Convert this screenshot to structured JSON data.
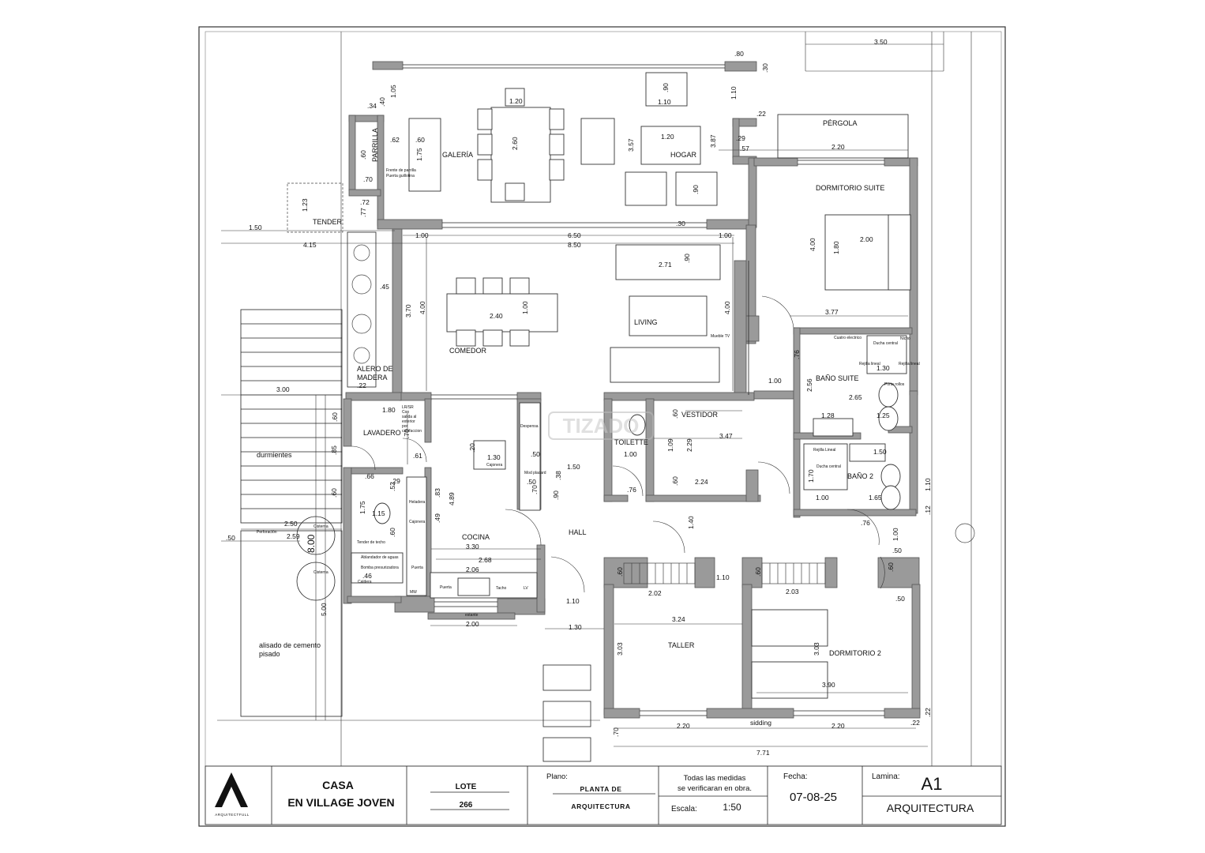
{
  "rooms": {
    "galeria": "GALERÍA",
    "hogar": "HOGAR",
    "pergola": "PÉRGOLA",
    "dormitorio_suite": "DORMITORIO  SUITE",
    "parrilla": "PARRILLA",
    "tender": "TENDER",
    "living": "LIVING",
    "comedor": "COMEDOR",
    "alero": "ALERO DE\nMADERA",
    "alero_1": "ALERO DE",
    "alero_2": "MADERA",
    "bano_suite": "BAÑO  SUITE",
    "lavadero": "LAVADERO",
    "vestidor": "VESTIDOR",
    "toilette": "TOILETTE",
    "bano2": "BAÑO 2",
    "durmientes": "durmientes",
    "hall": "HALL",
    "cocina": "COCINA",
    "taller": "TALLER",
    "dormitorio2": "DORMITORIO 2",
    "alisado_1": "alisado de cemento",
    "alisado_2": "pisado"
  },
  "notes": {
    "frente_1": "Frente de parrilla",
    "frente_2": "Puerta guillotina",
    "mueble_tv": "Mueble TV",
    "lr_1": "LR/SR",
    "lr_2": "Con",
    "lr_3": "salida al",
    "lr_4": "exterior",
    "lr_5": "por",
    "lr_6": "calefaccion",
    "despensa": "Despensa",
    "cajonera": "Cajonera",
    "mod_placard": "Mod placard",
    "heladera": "Heladera",
    "cajonera2": "Cajonera",
    "tender_techo": "Tender de techo",
    "ablandador": "Ablandador de aguas",
    "bomba": "Bomba presurizadora",
    "caldera": "Caldera",
    "puerta": "Puerta",
    "puerta2": "Puerta",
    "tacho": "Tacho",
    "lv": "LV",
    "mw": "MW",
    "estante": "estante",
    "perforacion": "Perforación",
    "cisterna": "Cisterna",
    "cisterna2": "Cisterna",
    "sidding": "sidding",
    "cubierta": "Cuatro electrico",
    "ducha": "Ducha central",
    "rejilla": "Rejilla lineal",
    "nicho": "Nicho",
    "rejilla2": "Rejilla lineal",
    "porta": "Porta rollos",
    "rejilla3": "Rejilla Lineal",
    "ducha2": "Ducha central"
  },
  "dims": {
    "d350": "3.50",
    "d80": ".80",
    "d30": ".30",
    "d110": "1.10",
    "d22": ".22",
    "d220": "2.20",
    "d105": "1.05",
    "d34": ".34",
    "d40": ".40",
    "d120": "1.20",
    "d260": "2.60",
    "d90": ".90",
    "d110b": "1.10",
    "d357": "3.57",
    "d387": "3.87",
    "d120b": "1.20",
    "d29": ".29",
    "d57": ".57",
    "d62": ".62",
    "d60": ".60",
    "d175": "1.75",
    "d60b": ".60",
    "d70": ".70",
    "d90b": ".90",
    "d72": ".72",
    "d77": ".77",
    "d123": "1.23",
    "d150": "1.50",
    "d415": "4.15",
    "d100": "1.00",
    "d650": "6.50",
    "d850": "8.50",
    "d30b": ".30",
    "d100b": "1.00",
    "d400": "4.00",
    "d200": "2.00",
    "d180": "1.80",
    "d271": "2.71",
    "d90c": ".90",
    "d45": ".45",
    "d370": "3.70",
    "d400b": "4.00",
    "d100c": "1.00",
    "d240": "2.40",
    "d400c": "4.00",
    "d377": "3.77",
    "d76": ".76",
    "d130": "1.30",
    "d300": "3.00",
    "d22b": ".22",
    "d256": "2.56",
    "d100d": "1.00",
    "d265": "2.65",
    "d180b": "1.80",
    "d60c": ".60",
    "d70b": ".70",
    "d128": "1.28",
    "d125": "1.25",
    "d347": "3.47",
    "d60d": ".60",
    "d85": ".85",
    "d61": ".61",
    "d150b": "1.50",
    "d130b": "1.30",
    "d50": ".50",
    "d20": ".20",
    "d100e": "1.00",
    "d109": "1.09",
    "d229": "2.29",
    "d150c": "1.50",
    "d170": "1.70",
    "d66": ".66",
    "d29b": ".29",
    "d52": ".52",
    "d50b": ".50",
    "d38": ".38",
    "d70c": ".70",
    "d90d": ".90",
    "d60e": ".60",
    "d224": "2.24",
    "d100f": "1.00",
    "d165": "1.65",
    "d110c": "1.10",
    "d60f": ".60",
    "d83": ".83",
    "d489": "4.89",
    "d76b": ".76",
    "d12": ".12",
    "d175b": "1.75",
    "d115": "1.15",
    "d60g": ".60",
    "d49": ".49",
    "d140": "1.40",
    "d76c": ".76",
    "d250": "2.50",
    "d259": "2.59",
    "d50c": ".50",
    "d800": "8.00",
    "d330": "3.30",
    "d268": "2.68",
    "d206": "2.06",
    "d46": ".46",
    "d60h": ".60",
    "d202": "2.02",
    "d110d": "1.10",
    "d60i": ".60",
    "d203": "2.03",
    "d60j": ".60",
    "d50d": ".50",
    "d100g": "1.00",
    "d110e": "1.10",
    "d324": "3.24",
    "d500": "5.00",
    "d200b": "2.00",
    "d130c": "1.30",
    "d303": "3.03",
    "d303b": "3.03",
    "d390": "3.90",
    "d220b": "2.20",
    "d220c": "2.20",
    "d70d": ".70",
    "d22c": ".22",
    "d22d": ".22",
    "d771": "7.71",
    "d50e": ".50"
  },
  "titleblock": {
    "casa_1": "CASA",
    "casa_2": "EN VILLAGE JOVEN",
    "brand": "ARQUITECTFULL",
    "lote_label": "LOTE",
    "lote_value": "266",
    "plano_label": "Plano:",
    "plano_1": "PLANTA DE",
    "plano_2": "ARQUITECTURA",
    "note_1": "Todas las medidas",
    "note_2": "se verificaran en obra.",
    "escala_label": "Escala:",
    "escala_value": "1:50",
    "fecha_label": "Fecha:",
    "fecha_value": "07-08-25",
    "lamina_label": "Lamina:",
    "lamina_value": "A1",
    "lamina_title": "ARQUITECTURA"
  },
  "watermark": "TIZADO"
}
